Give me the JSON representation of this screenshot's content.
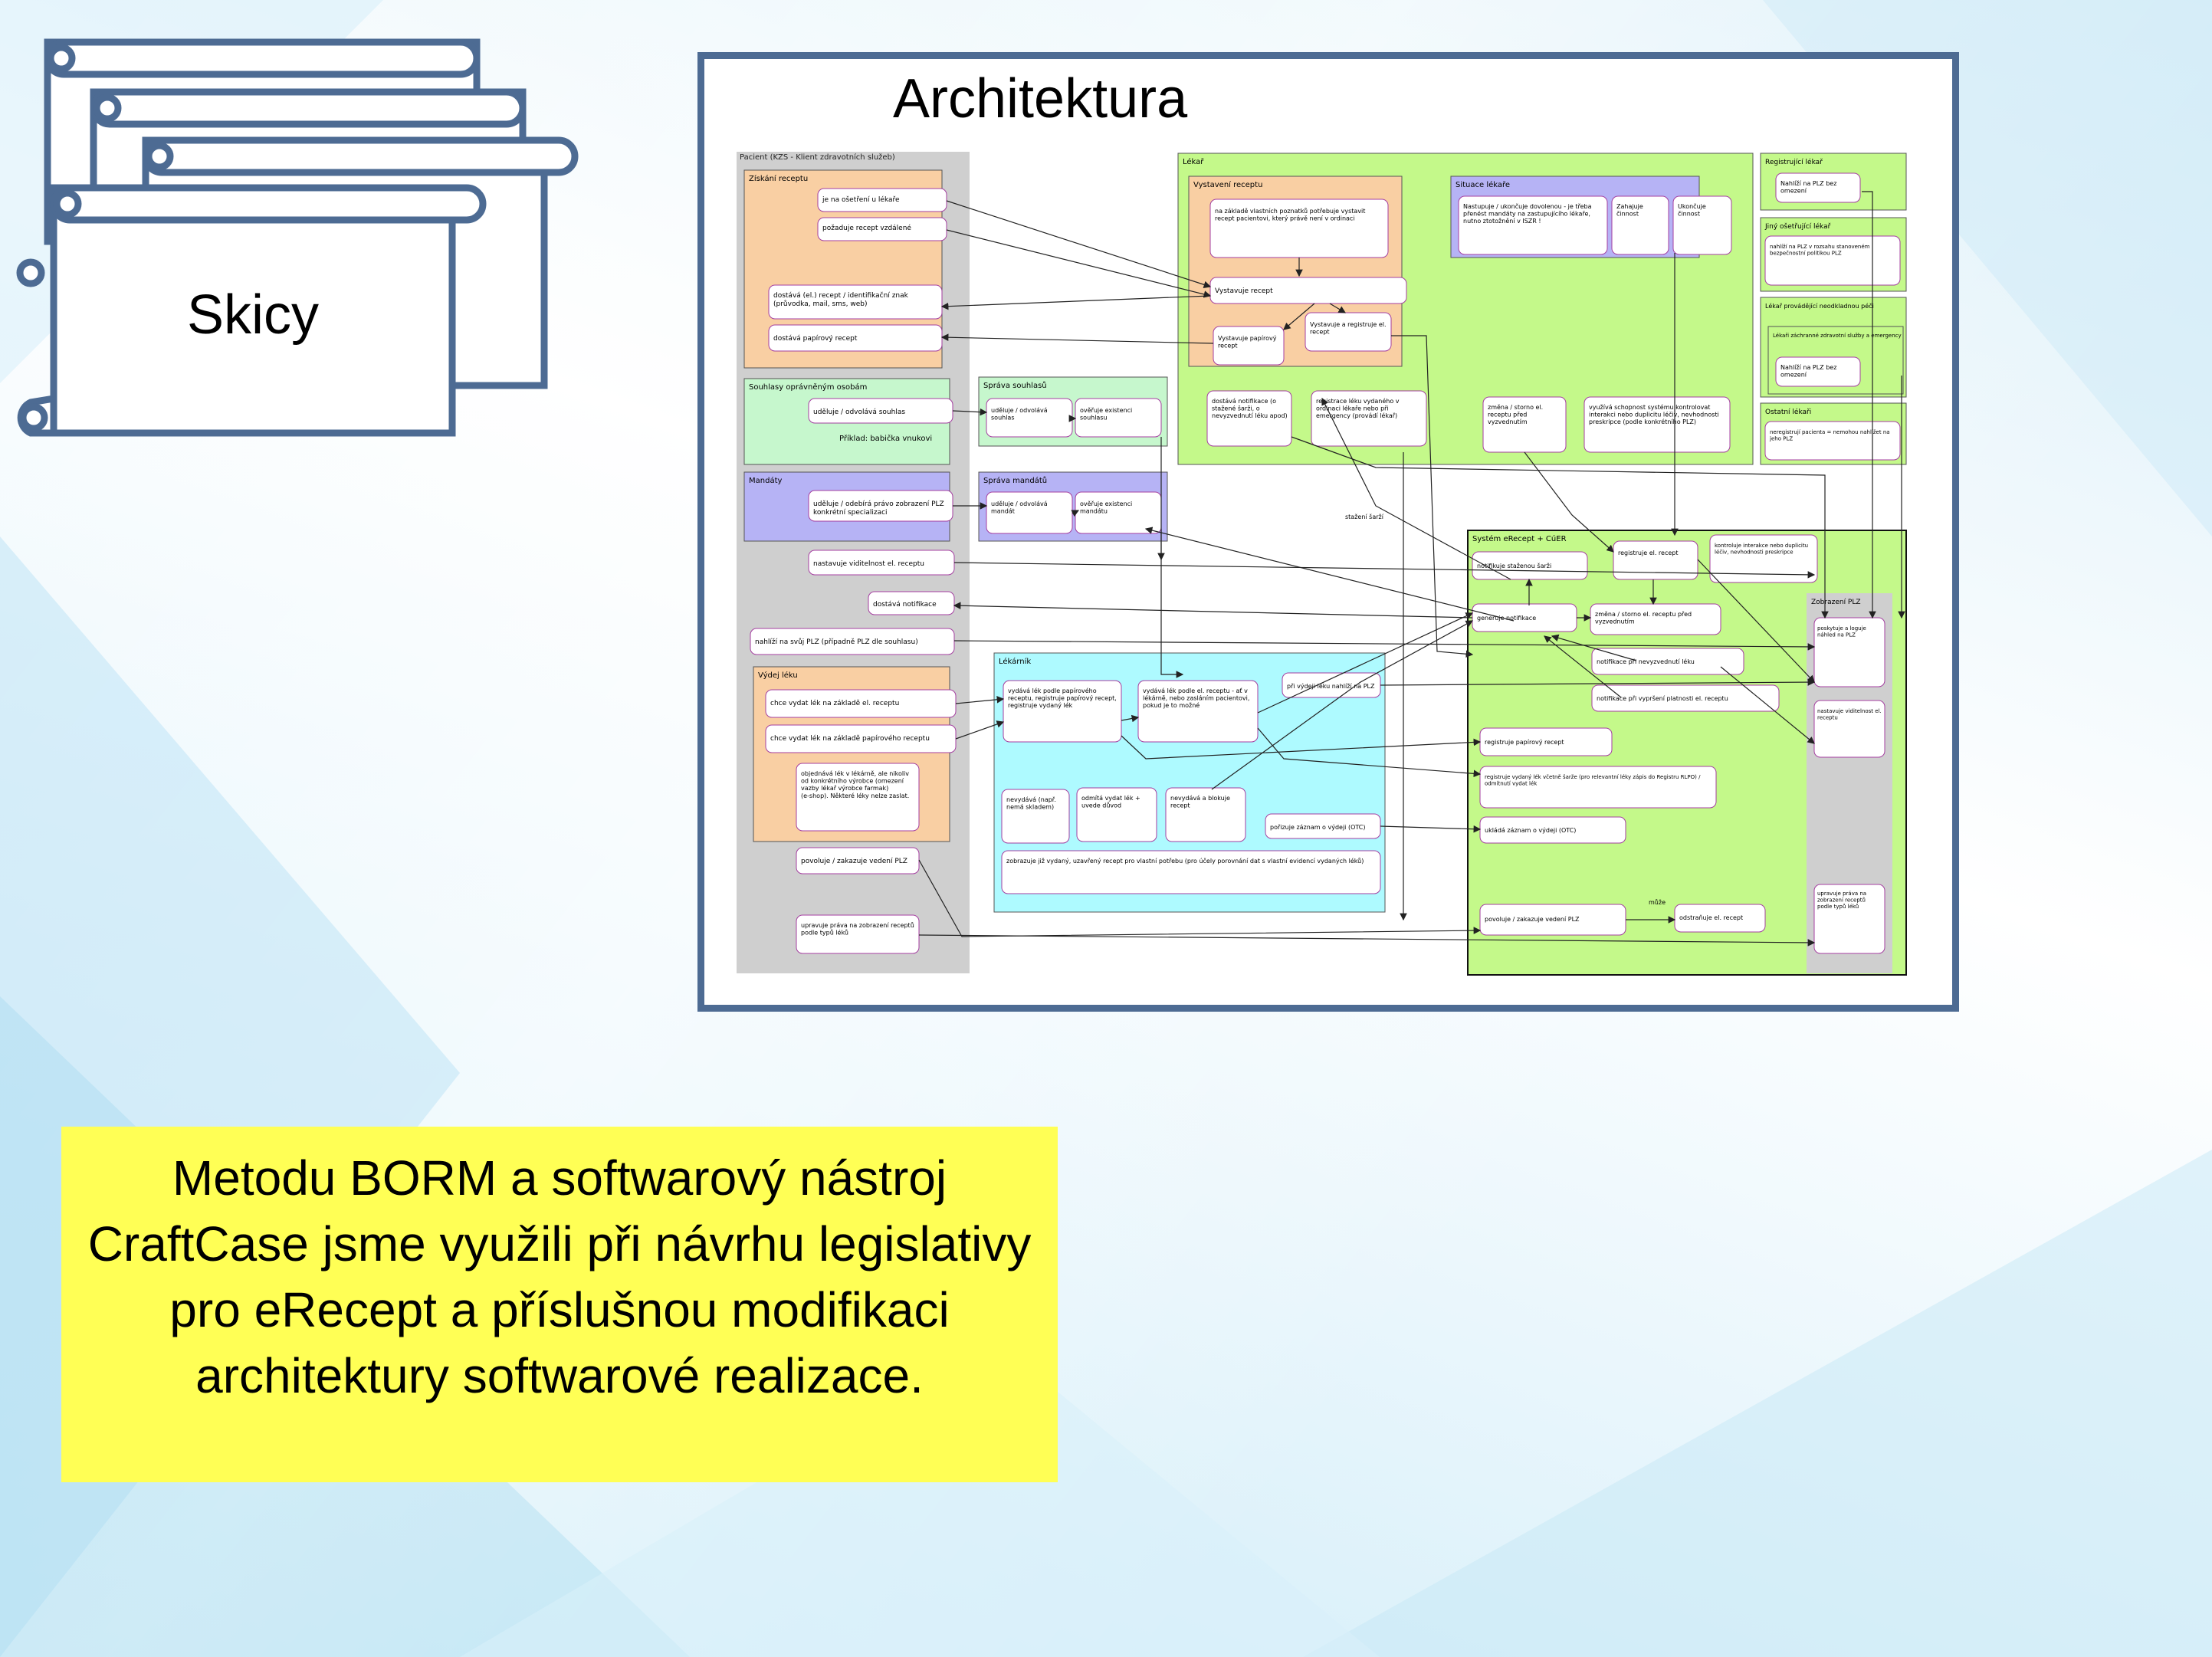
{
  "slide": {
    "scroll_title": "Skicy",
    "arch_title": "Architektura",
    "caption": "Metodu BORM a softwarový nástroj CraftCase jsme využili při návrhu legislativy pro eRecept a příslušnou modifikaci architektury softwarové realizace."
  },
  "diagram": {
    "pacient": {
      "title": "Pacient (KZS - Klient zdravotních služeb)",
      "ziskani": {
        "title": "Získání receptu",
        "items": [
          "je na ošetření u lékaře",
          "požaduje recept vzdálené",
          "dostává (el.) recept / identifikační znak (průvodka, mail, sms, web)",
          "dostává papírový recept"
        ]
      },
      "souhlasy": {
        "title": "Souhlasy oprávněným osobám",
        "item": "uděluje / odvolává souhlas",
        "note": "Příklad: babička vnukovi"
      },
      "mandaty": {
        "title": "Mandáty",
        "item": "uděluje / odebírá právo zobrazení PLZ konkrétní specializaci"
      },
      "items_mid": [
        "nastavuje viditelnost el. receptu",
        "dostává notifikace",
        "nahlíží na svůj PLZ (případně PLZ dle souhlasu)"
      ],
      "vydej": {
        "title": "Výdej léku",
        "items": [
          "chce vydat lék na základě el. receptu",
          "chce vydat lék na základě papírového receptu",
          "objednává lék v lékárně, ale nikoliv od konkrétního výrobce (omezení vazby lékař výrobce farmak) (e-shop). Některé léky nelze zaslat."
        ]
      },
      "items_low": [
        "povoluje / zakazuje vedení PLZ",
        "upravuje práva na zobrazení receptů podle typů léků"
      ]
    },
    "sprava_souhlasu": {
      "title": "Správa souhlasů",
      "items": [
        "uděluje / odvolává souhlas",
        "ověřuje existenci souhlasu"
      ]
    },
    "sprava_mandatu": {
      "title": "Správa mandátů",
      "items": [
        "uděluje / odvolává mandát",
        "ověřuje existenci mandátu"
      ]
    },
    "lekar": {
      "title": "Lékař",
      "vystaveni": {
        "title": "Vystavení receptu",
        "items": [
          "na základě vlastních poznatků potřebuje vystavit recept pacientovi, který právě není v ordinaci",
          "Vystavuje recept",
          "Vystavuje papírový recept",
          "Vystavuje a registruje el. recept"
        ]
      },
      "situace": {
        "title": "Situace lékaře",
        "items": [
          "Nastupuje / ukončuje dovolenou - je třeba přenést mandáty na zastupujícího lékaře, nutno ztotožnění v ISZR !",
          "Zahajuje činnost",
          "Ukončuje činnost"
        ]
      },
      "items": [
        "dostává notifikace (o stažené šarži, o nevyzvednutí léku apod)",
        "registrace léku vydaného v ordinaci lékaře nebo při emergency (provádí lékař)",
        "změna / storno el. receptu před vyzvednutím",
        "využívá schopnost systému kontrolovat interakci nebo duplicitu léčiv, nevhodnosti preskripce (podle konkrétního PLZ)"
      ]
    },
    "right": [
      {
        "title": "Registrující lékař",
        "items": [
          "Nahlíží na PLZ bez omezení"
        ]
      },
      {
        "title": "Jiný ošetřující lékař",
        "items": [
          "nahlíží na PLZ v rozsahu stanoveném bezpečnostní politikou PLZ"
        ]
      },
      {
        "title": "Lékař provádějící neodkladnou péči",
        "sub": "Lékaři záchranné zdravotní služby a emergency",
        "items": [
          "Nahlíží na PLZ bez omezení"
        ]
      },
      {
        "title": "Ostatní lékaři",
        "items": [
          "neregistrují pacienta = nemohou nahlížet na jeho PLZ"
        ]
      }
    ],
    "lekarnik": {
      "title": "Lékárník",
      "items": [
        "vydává lék podle papírového receptu, registruje papírový recept, registruje vydaný lék",
        "vydává lék podle el. receptu - ať v lékárně, nebo zasláním pacientovi, pokud je to možné",
        "při výdeji léku nahlíží na PLZ",
        "nevydává (např. nemá skladem)",
        "odmítá vydat lék + uvede důvod",
        "nevydává a blokuje recept",
        "pořizuje záznam o výdeji (OTC)",
        "zobrazuje již vydaný, uzavřený recept pro vlastní potřebu (pro účely porovnání dat s vlastní evidencí vydaných léků)"
      ]
    },
    "system": {
      "title": "Systém eRecept + CúER",
      "items": [
        "notifikuje staženou šarži",
        "registruje el. recept",
        "kontroluje interakce nebo duplicitu léčiv, nevhodnosti preskripce",
        "generuje notifikace",
        "změna / storno el. receptu před vyzvednutím",
        "notifikace při nevyzvednutí léku",
        "notifikace při vypršení platnosti el. receptu",
        "registruje papírový recept",
        "registruje vydaný lék včetně šarže (pro relevantní léky zápis do Registru RLPO) / odmítnutí vydat lék",
        "ukládá záznam o výdeji (OTC)",
        "povoluje / zakazuje vedení PLZ",
        "odstraňuje el. recept"
      ],
      "zobrazeni": {
        "title": "Zobrazení PLZ",
        "items": [
          "poskytuje a loguje náhled na PLZ",
          "nastavuje viditelnost el. receptu",
          "upravuje práva na zobrazení receptů podle typů léků"
        ]
      },
      "muze": "může"
    },
    "stazeni": "stažení šarží"
  }
}
